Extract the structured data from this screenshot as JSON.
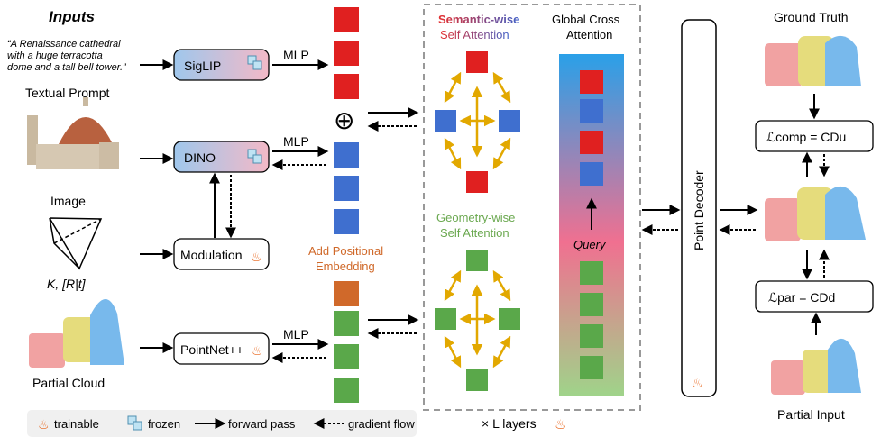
{
  "inputs": {
    "title": "Inputs",
    "prompt_text": [
      "“A Renaissance cathedral",
      "with a huge terracotta",
      "dome and a tall bell tower.”"
    ],
    "textual_prompt_label": "Textual Prompt",
    "image_label": "Image",
    "camera_label": "K, [R|t]",
    "partial_cloud_label": "Partial Cloud"
  },
  "modules": {
    "siglip": "SigLIP",
    "dino": "DINO",
    "modulation": "Modulation",
    "pointnet": "PointNet++",
    "mlp": "MLP",
    "add_pos_embed": [
      "Add Positional",
      "Embedding"
    ],
    "plus_symbol": "⊕"
  },
  "attention": {
    "semantic_title": [
      "Semantic-wise",
      "Self Attention"
    ],
    "geometry_title": [
      "Geometry-wise",
      "Self Attention"
    ],
    "global_title": [
      "Global Cross",
      "Attention"
    ],
    "query_label": "Query",
    "layers_label": "× L layers"
  },
  "decoder": {
    "label": "Point Decoder"
  },
  "outputs": {
    "ground_truth": "Ground Truth",
    "loss_comp": "ℒcomp = CDu",
    "loss_par": "ℒpar = CDd",
    "partial_input": "Partial Input"
  },
  "legend": {
    "trainable": "trainable",
    "frozen": "frozen",
    "forward": "forward pass",
    "gradient": "gradient flow"
  },
  "colors": {
    "semantic_red": "#e02020",
    "semantic_blue": "#3f6fcf",
    "geometry_green": "#5aa84a",
    "pos_orange": "#d0692a",
    "yellow_arrow": "#e2a800",
    "dashed_box": "#999999"
  }
}
